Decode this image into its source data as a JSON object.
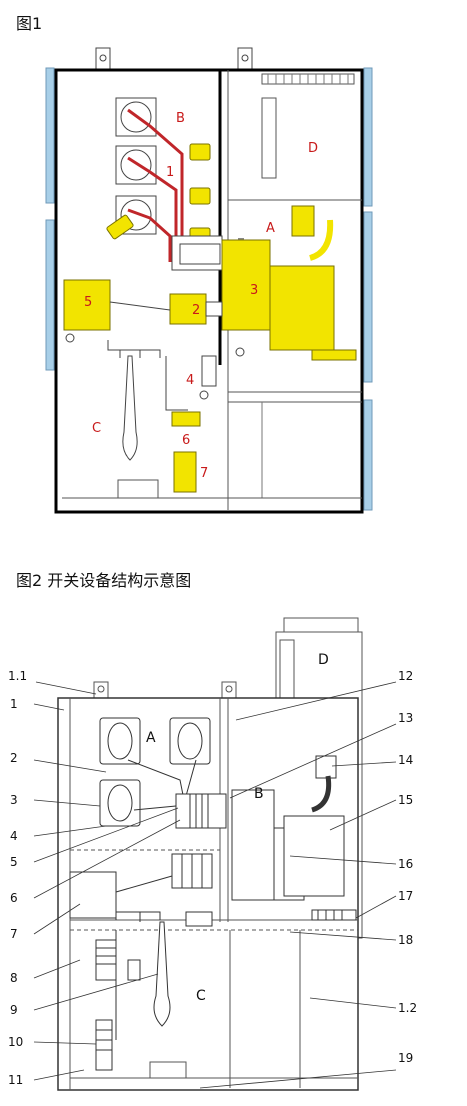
{
  "figure1": {
    "title": "图1",
    "sections": [
      "A",
      "B",
      "C",
      "D"
    ],
    "components": [
      "1",
      "2",
      "3",
      "4",
      "5",
      "6",
      "7"
    ]
  },
  "figure2": {
    "title": "图2 开关设备结构示意图",
    "sections": [
      "A",
      "B",
      "C",
      "D"
    ],
    "callouts_left": [
      "1.1",
      "1",
      "2",
      "3",
      "4",
      "5",
      "6",
      "7",
      "8",
      "9",
      "10",
      "11"
    ],
    "callouts_right": [
      "12",
      "13",
      "14",
      "15",
      "16",
      "17",
      "18",
      "1.2",
      "19"
    ]
  },
  "colors": {
    "frame": "#000000",
    "busbar": "#c0262a",
    "component_yellow": "#f2e400",
    "side_panel_blue": "#a8cfe8",
    "label_red": "#c81a1a"
  }
}
